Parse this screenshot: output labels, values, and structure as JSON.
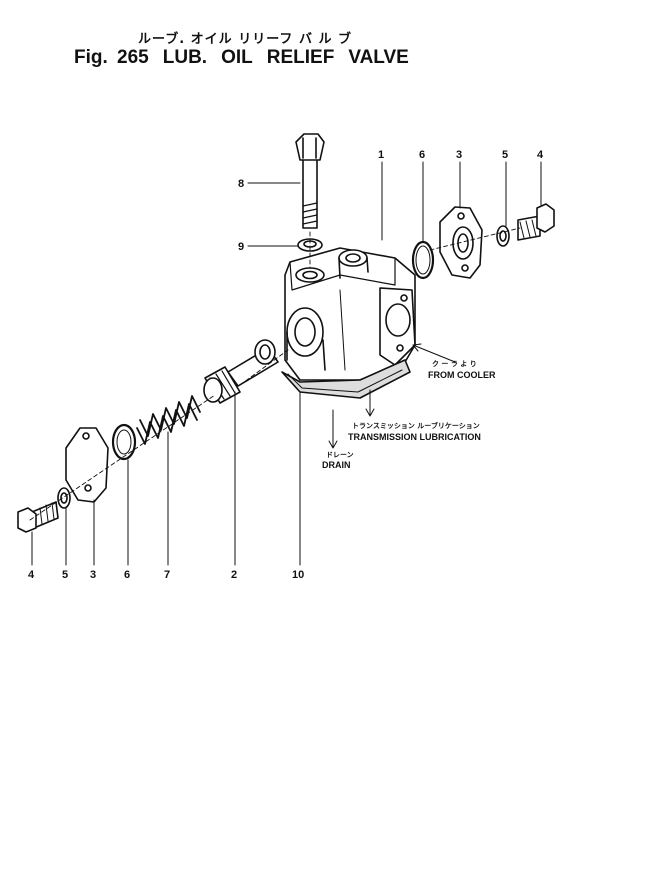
{
  "header": {
    "japanese_title": "ルーブ. オイル リリーフ バ ル ブ",
    "figure_number": "Fig. 265",
    "title_words": [
      "LUB.",
      "OIL",
      "RELIEF",
      "VALVE"
    ]
  },
  "callouts": {
    "c1": "1",
    "c2": "2",
    "c3_right": "3",
    "c3_left": "3",
    "c4_right": "4",
    "c4_left": "4",
    "c5_right": "5",
    "c5_left": "5",
    "c6_right": "6",
    "c6_left": "6",
    "c7": "7",
    "c8": "8",
    "c9": "9",
    "c10": "10"
  },
  "flow_labels": {
    "from_cooler_jp": "ク ー ラ よ り",
    "from_cooler": "FROM COOLER",
    "transmission_lubrication_jp": "トランスミッション ルーブリケーション",
    "transmission_lubrication": "TRANSMISSION LUBRICATION",
    "drain_jp": "ドレーン",
    "drain": "DRAIN"
  }
}
